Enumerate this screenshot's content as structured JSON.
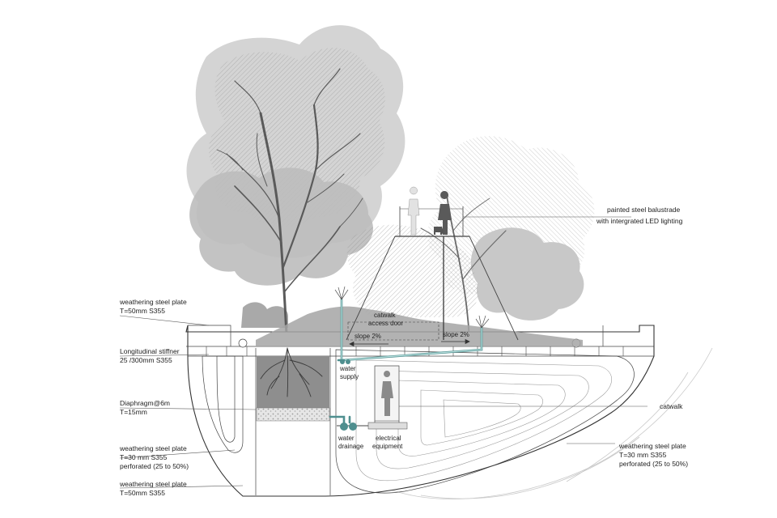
{
  "labels": {
    "balustrade_1": "painted steel balustrade",
    "balustrade_2": "with intergrated LED lighting",
    "weathering_top_1": "weathering steel plate",
    "weathering_top_2": "T=50mm S355",
    "stiffener_1": "Longitudinal stiffner",
    "stiffener_2": "25 /300mm S355",
    "diaphragm_1": "Diaphragm@6m",
    "diaphragm_2": "T=15mm",
    "weathering_mid_1": "weathering steel plate",
    "weathering_mid_2": "T=30 mm  S355",
    "weathering_mid_3": "perforated (25 to 50%)",
    "weathering_bot_1": "weathering steel plate",
    "weathering_bot_2": "T=50mm S355",
    "catwalk": "catwalk",
    "weathering_right_1": "weathering steel plate",
    "weathering_right_2": "T=30 mm  S355",
    "weathering_right_3": "perforated (25 to 50%)",
    "catwalk_access_1": "catwalk",
    "catwalk_access_2": "access door",
    "slope_left": "slope 2%",
    "slope_right": "slope 2%",
    "water_supply_1": "water",
    "water_supply_2": "supply",
    "water_drainage_1": "water",
    "water_drainage_2": "drainage",
    "electrical_1": "electrical",
    "electrical_2": "equipment"
  },
  "colors": {
    "pipe": "#4f8f8f",
    "soil": "#8e8e8e",
    "foliage_dark": "#9a9a9a",
    "foliage_light": "#d6d6d6",
    "line": "#333333"
  }
}
